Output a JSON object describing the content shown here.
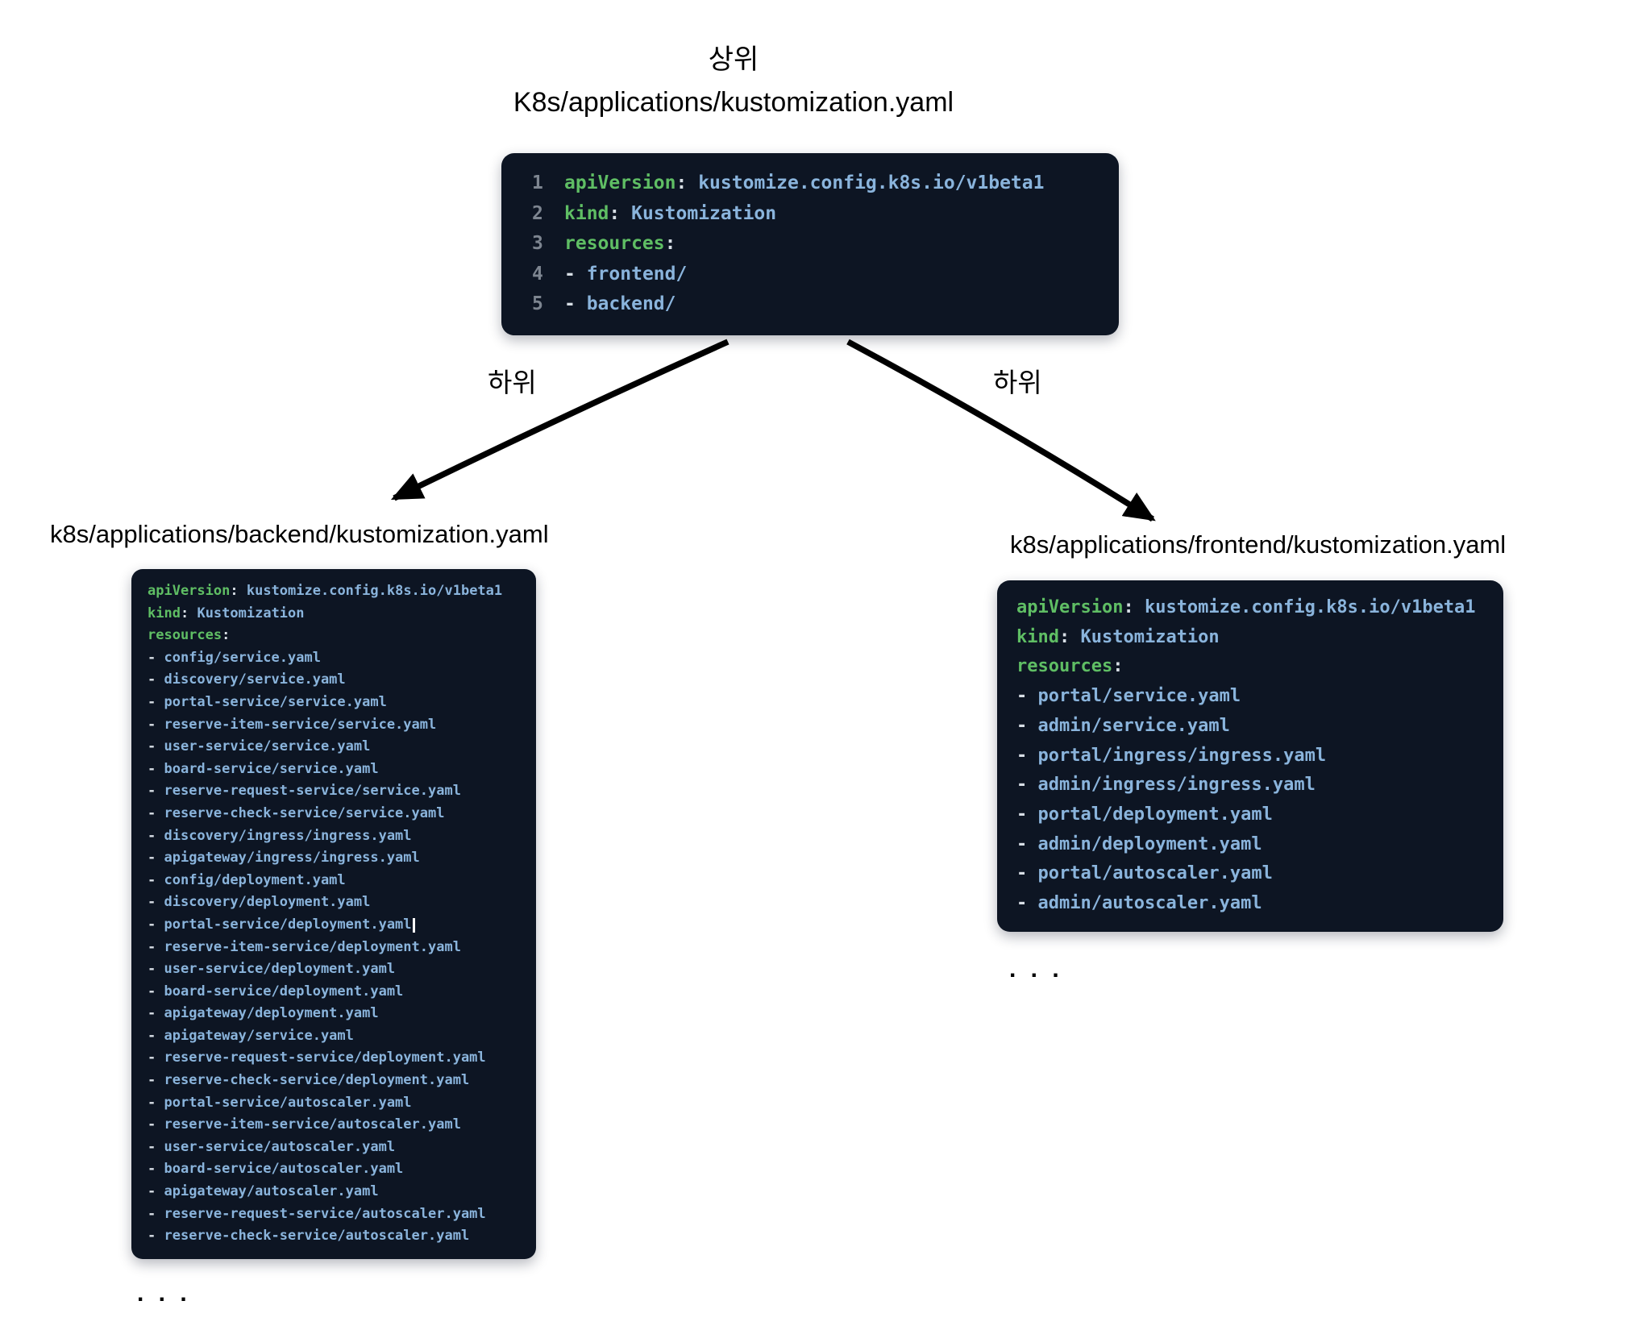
{
  "colors": {
    "codebg": "#0d1523",
    "green": "#5fbe64",
    "blue": "#8ab4dc",
    "punct": "#d7dee5",
    "ln": "#7d8590",
    "ink": "#000000",
    "cursor": "#ffffff"
  },
  "parent": {
    "label": "상위",
    "title": "K8s/applications/kustomization.yaml",
    "code": {
      "numbers": true,
      "lines": [
        {
          "n": "1",
          "k": "apiVersion",
          "v": "kustomize.config.k8s.io/v1beta1"
        },
        {
          "n": "2",
          "k": "kind",
          "v": "Kustomization"
        },
        {
          "n": "3",
          "k": "resources"
        },
        {
          "n": "4",
          "i": "frontend/"
        },
        {
          "n": "5",
          "i": "backend/"
        }
      ]
    }
  },
  "edges": {
    "left_label": "하위",
    "right_label": "하위"
  },
  "backend": {
    "title": "k8s/applications/backend/kustomization.yaml",
    "ellipsis": ". . .",
    "code": {
      "numbers": false,
      "lines": [
        {
          "k": "apiVersion",
          "v": "kustomize.config.k8s.io/v1beta1"
        },
        {
          "k": "kind",
          "v": "Kustomization"
        },
        {
          "k": "resources"
        },
        {
          "i": "config/service.yaml"
        },
        {
          "i": "discovery/service.yaml"
        },
        {
          "i": "portal-service/service.yaml"
        },
        {
          "i": "reserve-item-service/service.yaml"
        },
        {
          "i": "user-service/service.yaml"
        },
        {
          "i": "board-service/service.yaml"
        },
        {
          "i": "reserve-request-service/service.yaml"
        },
        {
          "i": "reserve-check-service/service.yaml"
        },
        {
          "i": "discovery/ingress/ingress.yaml"
        },
        {
          "i": "apigateway/ingress/ingress.yaml"
        },
        {
          "i": "config/deployment.yaml"
        },
        {
          "i": "discovery/deployment.yaml"
        },
        {
          "i": "portal-service/deployment.yaml",
          "cursor": true
        },
        {
          "i": "reserve-item-service/deployment.yaml"
        },
        {
          "i": "user-service/deployment.yaml"
        },
        {
          "i": "board-service/deployment.yaml"
        },
        {
          "i": "apigateway/deployment.yaml"
        },
        {
          "i": "apigateway/service.yaml"
        },
        {
          "i": "reserve-request-service/deployment.yaml"
        },
        {
          "i": "reserve-check-service/deployment.yaml"
        },
        {
          "i": "portal-service/autoscaler.yaml"
        },
        {
          "i": "reserve-item-service/autoscaler.yaml"
        },
        {
          "i": "user-service/autoscaler.yaml"
        },
        {
          "i": "board-service/autoscaler.yaml"
        },
        {
          "i": "apigateway/autoscaler.yaml"
        },
        {
          "i": "reserve-request-service/autoscaler.yaml"
        },
        {
          "i": "reserve-check-service/autoscaler.yaml"
        }
      ]
    }
  },
  "frontend": {
    "title": "k8s/applications/frontend/kustomization.yaml",
    "ellipsis": ". . .",
    "code": {
      "numbers": false,
      "lines": [
        {
          "k": "apiVersion",
          "v": "kustomize.config.k8s.io/v1beta1"
        },
        {
          "k": "kind",
          "v": "Kustomization"
        },
        {
          "k": "resources"
        },
        {
          "i": "portal/service.yaml"
        },
        {
          "i": "admin/service.yaml"
        },
        {
          "i": "portal/ingress/ingress.yaml"
        },
        {
          "i": "admin/ingress/ingress.yaml"
        },
        {
          "i": "portal/deployment.yaml"
        },
        {
          "i": "admin/deployment.yaml"
        },
        {
          "i": "portal/autoscaler.yaml"
        },
        {
          "i": "admin/autoscaler.yaml"
        }
      ]
    }
  }
}
